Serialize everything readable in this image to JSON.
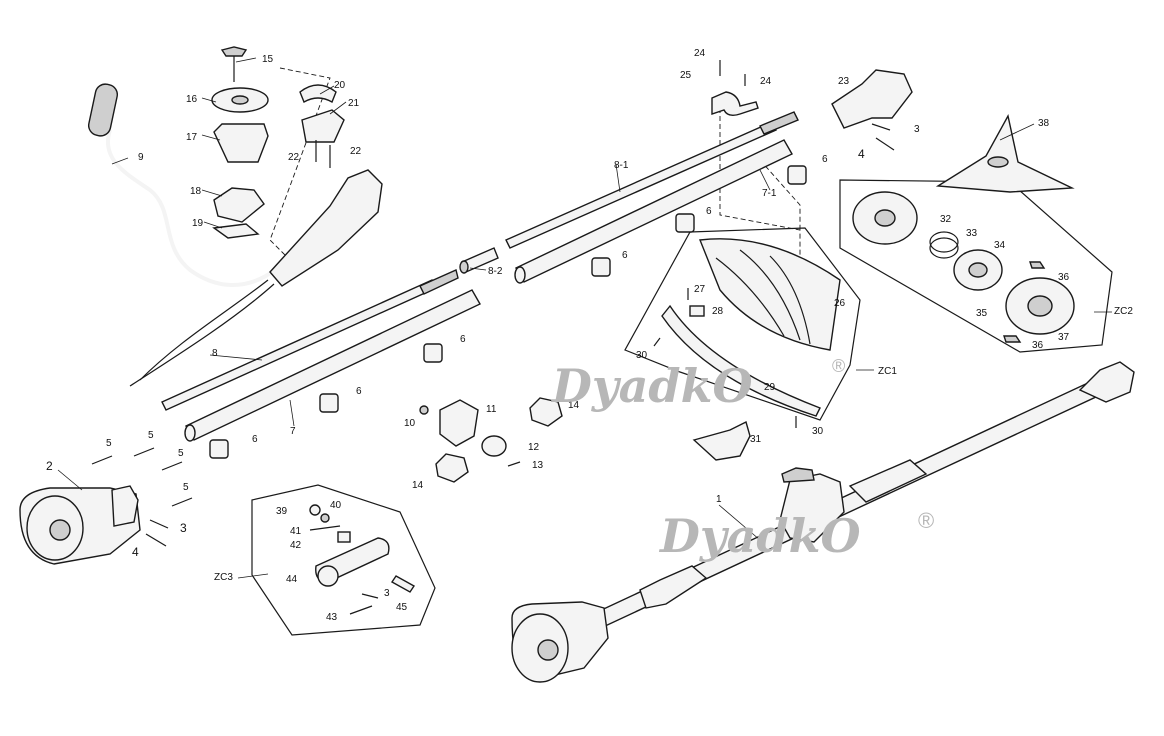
{
  "watermarks": [
    {
      "text": "DyadkO",
      "mark": "®"
    },
    {
      "text": "DyadkO",
      "mark": "®"
    }
  ],
  "labels": {
    "l1": "1",
    "l2": "2",
    "l3a": "3",
    "l3b": "3",
    "l3c": "3",
    "l4a": "4",
    "l4b": "4",
    "l5a": "5",
    "l5b": "5",
    "l5c": "5",
    "l5d": "5",
    "l6a": "6",
    "l6b": "6",
    "l6c": "6",
    "l6d": "6",
    "l6e": "6",
    "l6f": "6",
    "l7": "7",
    "l7_1": "7-1",
    "l8": "8",
    "l8_1": "8-1",
    "l8_2": "8-2",
    "l9": "9",
    "l10": "10",
    "l11": "11",
    "l12": "12",
    "l13": "13",
    "l14a": "14",
    "l14b": "14",
    "l15": "15",
    "l16": "16",
    "l17": "17",
    "l18": "18",
    "l19": "19",
    "l20": "20",
    "l21": "21",
    "l22a": "22",
    "l22b": "22",
    "l23": "23",
    "l24a": "24",
    "l24b": "24",
    "l25": "25",
    "l26": "26",
    "l27": "27",
    "l28": "28",
    "l29": "29",
    "l30a": "30",
    "l30b": "30",
    "l31": "31",
    "l32": "32",
    "l33": "33",
    "l34": "34",
    "l35": "35",
    "l36a": "36",
    "l36b": "36",
    "l37": "37",
    "l38": "38",
    "l39": "39",
    "l40": "40",
    "l41": "41",
    "l42": "42",
    "l43": "43",
    "l44": "44",
    "l45": "45",
    "zc1": "ZC1",
    "zc2": "ZC2",
    "zc3": "ZC3"
  }
}
